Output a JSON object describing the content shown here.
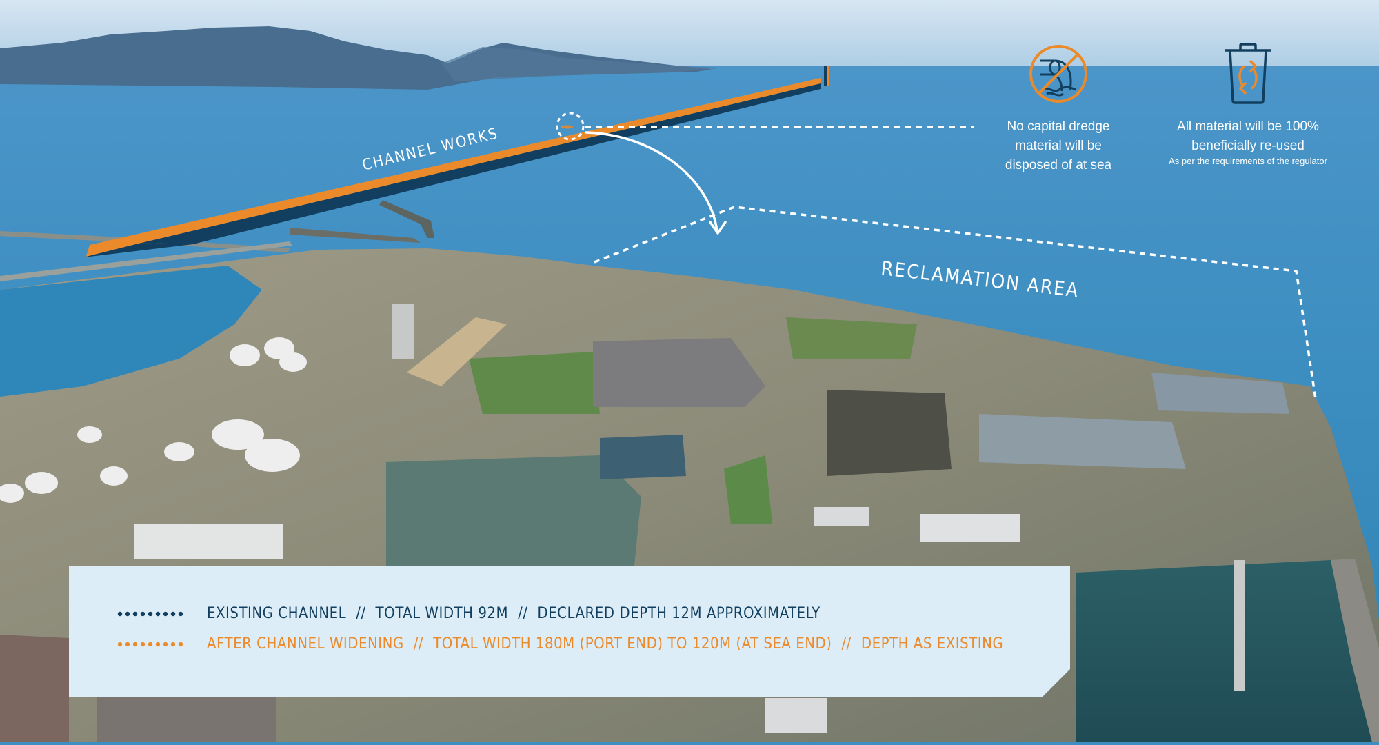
{
  "colors": {
    "orange": "#eb8a2b",
    "navy": "#123f5f",
    "legend_bg": "#dcedf7",
    "white": "#ffffff",
    "sea": "#3d8fc2"
  },
  "map_labels": {
    "channel_works": "CHANNEL WORKS",
    "reclamation_area": "RECLAMATION AREA"
  },
  "info_cards": [
    {
      "icon": "no-sea-disposal-icon",
      "lines": [
        "No capital dredge",
        "material will be",
        "disposed of at sea"
      ]
    },
    {
      "icon": "recycle-bin-icon",
      "lines": [
        "All material will be 100%",
        "beneficially re-used"
      ],
      "subtext": "As per the requirements of the regulator"
    }
  ],
  "legend": {
    "existing": {
      "color": "#123f5f",
      "parts": [
        "EXISTING CHANNEL",
        "//",
        "TOTAL WIDTH 92M",
        "//",
        "DECLARED DEPTH 12M APPROXIMATELY"
      ]
    },
    "widening": {
      "color": "#eb8a2b",
      "parts": [
        "AFTER CHANNEL WIDENING",
        "//",
        "TOTAL WIDTH 180M (PORT END) TO 120M (AT SEA END)",
        "//",
        "DEPTH AS EXISTING"
      ]
    }
  }
}
